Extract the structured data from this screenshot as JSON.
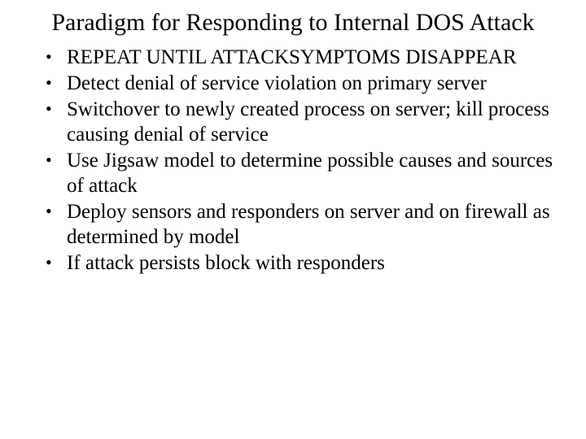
{
  "slide": {
    "title": "Paradigm for Responding to Internal DOS Attack",
    "bullets": [
      "REPEAT UNTIL ATTACKSYMPTOMS DISAPPEAR",
      "Detect denial of service violation on primary server",
      "Switchover to newly created process on  server; kill process causing denial of service",
      "Use Jigsaw model to determine possible causes and sources of attack",
      "Deploy sensors and responders on server and on firewall as determined by model",
      "If attack persists block with responders"
    ]
  }
}
